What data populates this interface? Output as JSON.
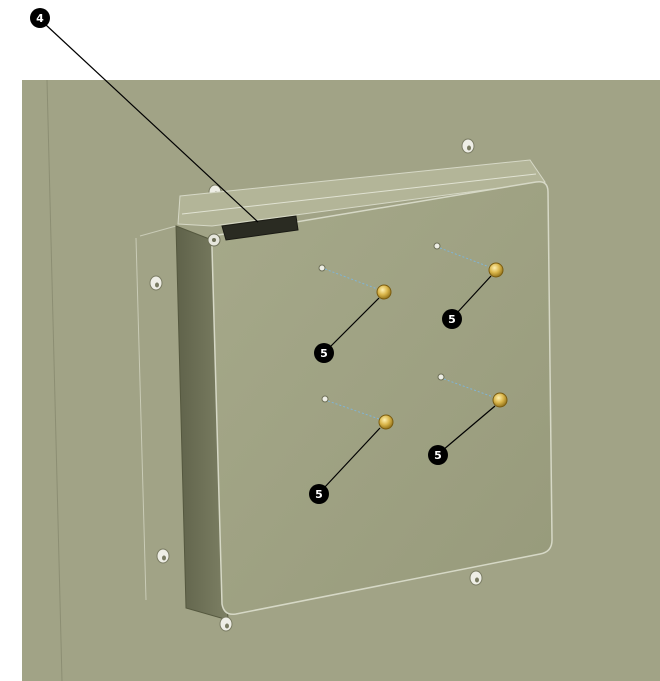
{
  "figure": {
    "colors": {
      "background": "#ffffff",
      "wall": "#a1a386",
      "panel": "#9fa283",
      "panel_shadow": "#6f7258",
      "edge": "#d6d8c6",
      "screw": "#d9b54a",
      "callout": "#000000"
    },
    "callouts": [
      {
        "label": "4",
        "points_to": "top-slot"
      },
      {
        "label": "5",
        "points_to": "screw-top-left"
      },
      {
        "label": "5",
        "points_to": "screw-top-right"
      },
      {
        "label": "5",
        "points_to": "screw-bottom-left"
      },
      {
        "label": "5",
        "points_to": "screw-bottom-right"
      }
    ]
  }
}
